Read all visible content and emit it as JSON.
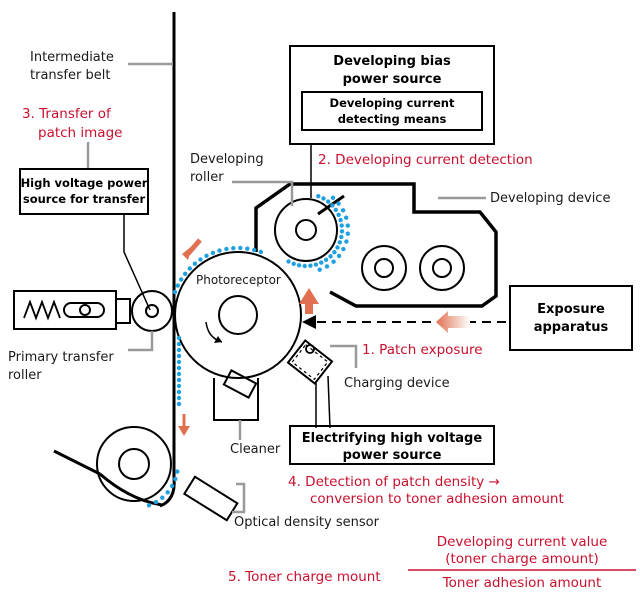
{
  "labels": {
    "intermediate_belt_1": "Intermediate",
    "intermediate_belt_2": "transfer belt",
    "transfer_step_1": "3. Transfer of",
    "transfer_step_2": "patch image",
    "hv_transfer_1": "High voltage power",
    "hv_transfer_2": "source for transfer",
    "dev_bias_1": "Developing bias",
    "dev_bias_2": "power source",
    "dev_current_1": "Developing current",
    "dev_current_2": "detecting means",
    "dev_roller_1": "Developing",
    "dev_roller_2": "roller",
    "dev_current_detection": "2. Developing current detection",
    "developing_device": "Developing device",
    "photoreceptor": "Photoreceptor",
    "exposure_1": "Exposure",
    "exposure_2": "apparatus",
    "patch_exposure": "1. Patch exposure",
    "primary_roller_1": "Primary transfer",
    "primary_roller_2": "roller",
    "charging_device": "Charging device",
    "cleaner": "Cleaner",
    "electrifying_1": "Electrifying high voltage",
    "electrifying_2": "power source",
    "detection_1": "4. Detection of patch density →",
    "detection_2": "conversion to toner adhesion amount",
    "optical_sensor": "Optical density sensor",
    "toner_charge": "5. Toner charge mount",
    "formula_num_1": "Developing current value",
    "formula_num_2": "(toner charge amount)",
    "formula_den": "Toner adhesion amount"
  },
  "colors": {
    "step_text": "#c8102e",
    "toner_dots": "#1fa0e0",
    "arrow_fill": "#e07050",
    "leader_lines": "#9a9a9a"
  }
}
